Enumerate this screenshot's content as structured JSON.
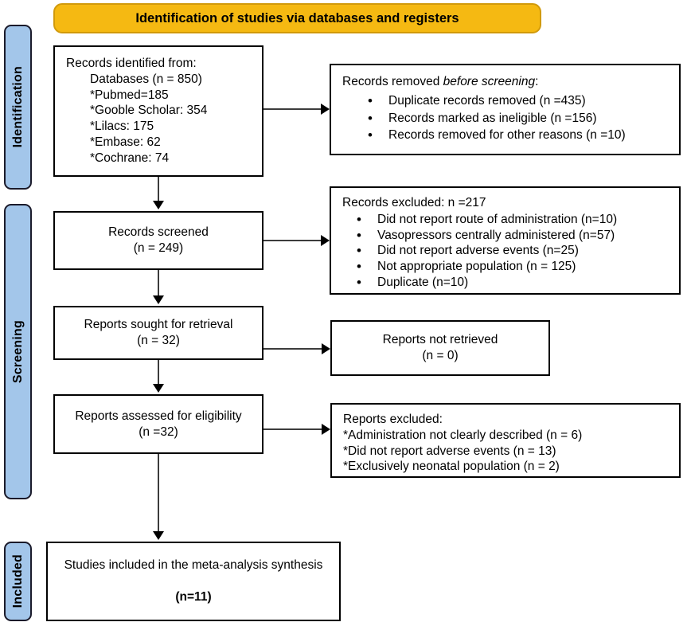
{
  "banner": {
    "title": "Identification of studies via databases and registers"
  },
  "phases": [
    {
      "label": "Identification"
    },
    {
      "label": "Screening"
    },
    {
      "label": "Included"
    }
  ],
  "boxes": {
    "identified": {
      "heading": "Records identified from:",
      "lines": [
        "Databases (n = 850)",
        "*Pubmed=185",
        "*Gooble Scholar: 354",
        "*Lilacs: 175",
        "*Embase: 62",
        "*Cochrane: 74"
      ]
    },
    "removed_before_screening": {
      "heading_prefix": "Records removed ",
      "heading_italic": "before screening",
      "heading_suffix": ":",
      "items": [
        "Duplicate records removed (n =435)",
        "Records marked as ineligible (n =156)",
        "Records removed for other reasons (n =10)"
      ]
    },
    "screened": {
      "line1": "Records screened",
      "line2": "(n = 249)"
    },
    "records_excluded": {
      "heading": "Records excluded:  n =217",
      "items": [
        "Did not report route of administration (n=10)",
        "Vasopressors centrally administered  (n=57)",
        "Did not report adverse events (n=25)",
        "Not appropriate population  (n = 125)",
        "Duplicate (n=10)"
      ]
    },
    "sought": {
      "line1": "Reports sought for retrieval",
      "line2": "(n = 32)"
    },
    "not_retrieved": {
      "line1": "Reports not retrieved",
      "line2": "(n = 0)"
    },
    "assessed": {
      "line1": "Reports assessed for eligibility",
      "line2": "(n =32)"
    },
    "reports_excluded": {
      "heading": "Reports excluded:",
      "lines": [
        "*Administration not clearly described (n = 6)",
        "*Did not report adverse events (n = 13)",
        "*Exclusively neonatal population (n = 2)"
      ]
    },
    "included": {
      "line1": "Studies included in the meta-analysis synthesis",
      "line2": "(n=11)"
    }
  },
  "colors": {
    "banner_fill": "#f5b912",
    "phase_fill": "#a3c6ea",
    "box_border": "#000000",
    "connector": "#3c3c3c"
  }
}
